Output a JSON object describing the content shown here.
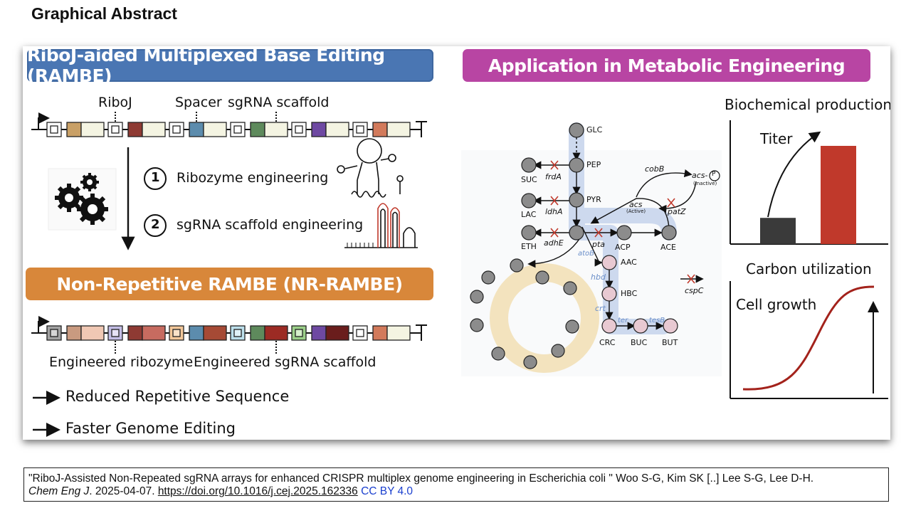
{
  "page_title": "Graphical Abstract",
  "abstract": {
    "rambe_title": "RiboJ-aided Multiplexed Base Editing (RAMBE)",
    "application_title": "Application in Metabolic Engineering",
    "nr_title": "Non-Repetitive RAMBE (NR-RAMBE)",
    "array_labels": {
      "riboj": "RiboJ",
      "spacer": "Spacer",
      "scaffold": "sgRNA scaffold"
    },
    "steps": [
      {
        "number": "1",
        "label": "Ribozyme engineering"
      },
      {
        "number": "2",
        "label": "sgRNA scaffold engineering"
      }
    ],
    "nr_labels": {
      "ribozyme": "Engineered ribozyme",
      "scaffold": "Engineered sgRNA scaffold"
    },
    "benefits": [
      "Reduced Repetitive Sequence",
      "Faster Genome Editing"
    ],
    "pathway": {
      "metabolites": [
        "GLC",
        "PEP",
        "PYR",
        "SUC",
        "LAC",
        "ETH",
        "ACP",
        "ACE",
        "AAC",
        "HBC",
        "CRC",
        "BUC",
        "BUT"
      ],
      "genes": [
        "frdA",
        "ldhA",
        "adhE",
        "pta",
        "cobB",
        "patZ",
        "acs",
        "acs-",
        "atoB",
        "hbd",
        "crt",
        "ter",
        "tesB",
        "cspC"
      ],
      "acs_active": "(Active)",
      "acs_inactive": "(Inactive)",
      "p_symbol": "P"
    },
    "biochemical": {
      "title": "Biochemical production",
      "metric": "Titer",
      "bar_colors": [
        "#3a3a3a",
        "#c0392b"
      ],
      "bar_values": [
        0.16,
        0.6
      ]
    },
    "carbon": {
      "title": "Carbon utilization",
      "metric": "Cell growth",
      "curve_color": "#a3221b"
    }
  },
  "citation": {
    "quote": "\"RiboJ-Assisted Non-Repeated sgRNA arrays for enhanced CRISPR multiplex genome engineering in Escherichia coli    \" Woo S-G, Kim SK [..] Lee S-G, Lee D-H.",
    "journal": "Chem Eng J",
    "date": ". 2025-04-07. ",
    "doi": "https://doi.org/10.1016/j.cej.2025.162336",
    "license": "CC BY 4.0"
  }
}
